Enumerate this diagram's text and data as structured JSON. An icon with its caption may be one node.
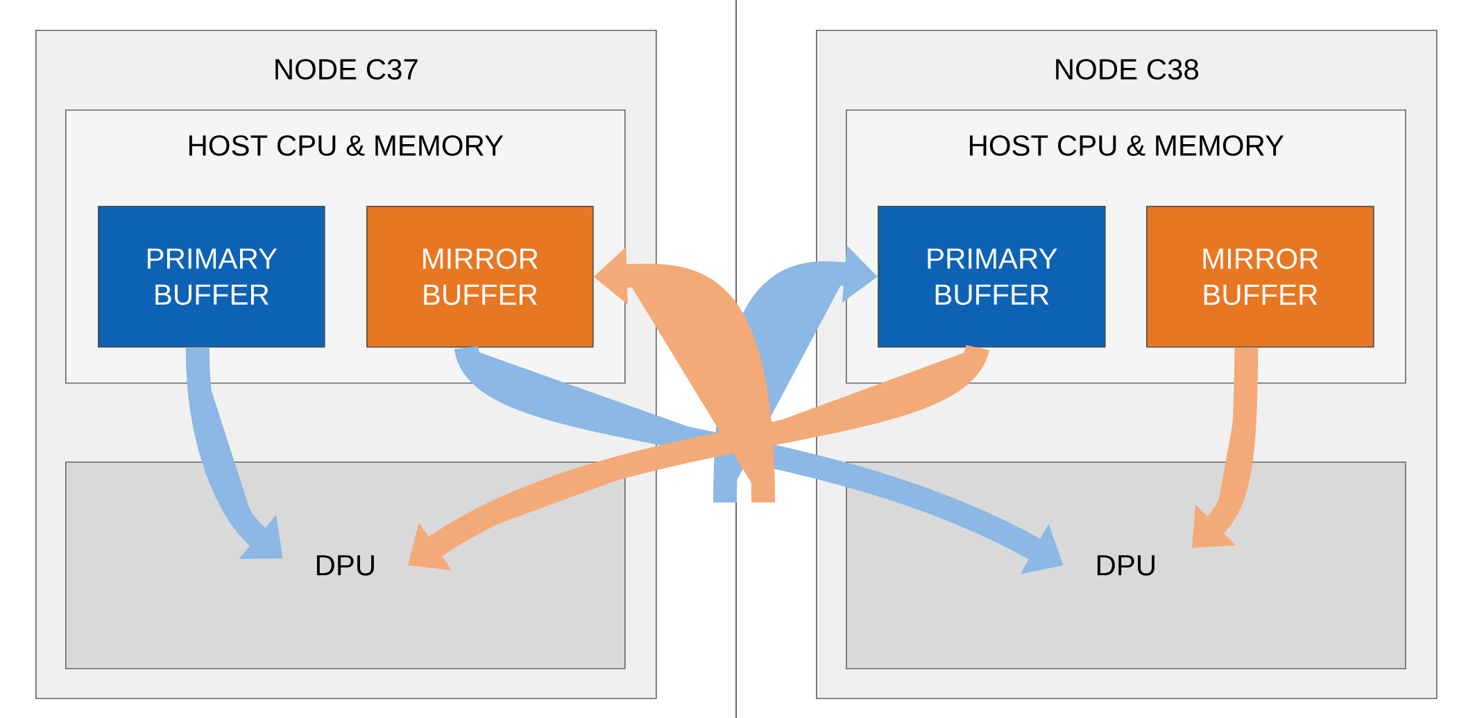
{
  "diagram": {
    "nodes": [
      {
        "text": [
          "NODE C37"
        ]
      },
      {
        "text": [
          "HOST CPU & MEMORY"
        ],
        "in": 0
      },
      {
        "text": [
          "PRIMARY BUFFER"
        ],
        "in": 1
      },
      {
        "text": [
          "MIRROR BUFFER"
        ],
        "in": 1
      },
      {
        "text": [
          "DPU"
        ],
        "in": 0
      },
      {
        "text": [
          "NODE C38"
        ]
      },
      {
        "text": [
          "HOST CPU & MEMORY"
        ],
        "in": 5
      },
      {
        "text": [
          "PRIMARY BUFFER"
        ],
        "in": 6
      },
      {
        "text": [
          "MIRROR BUFFER"
        ],
        "in": 6
      },
      {
        "text": [
          "DPU"
        ],
        "in": 5
      }
    ],
    "edges": [
      {
        "from": 2,
        "to": 4,
        "arrow": "to",
        "color": "#8bb8e4"
      },
      {
        "from": 3,
        "to": 9,
        "arrow": "to",
        "color": "#8bb8e4"
      },
      {
        "from": null,
        "to": 7,
        "arrow": "to",
        "color": "#8bb8e4"
      },
      {
        "from": null,
        "to": 3,
        "arrow": "to",
        "color": "#f3aa78"
      },
      {
        "from": 7,
        "to": 4,
        "arrow": "to",
        "color": "#f3aa78"
      },
      {
        "from": 8,
        "to": 9,
        "arrow": "to",
        "color": "#f3aa78"
      }
    ]
  }
}
